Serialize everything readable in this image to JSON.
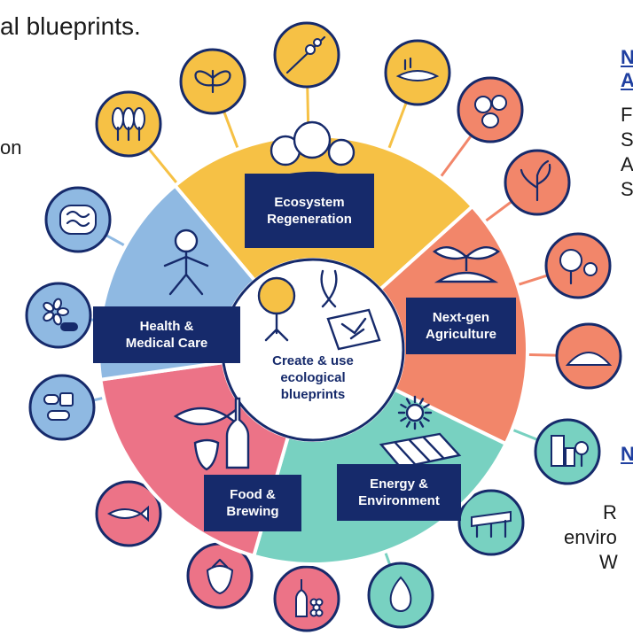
{
  "colors": {
    "ink": "#162a6b",
    "yellow": "#f6c145",
    "orange": "#f2866a",
    "teal": "#78d1c1",
    "pink": "#ec7387",
    "blue": "#8fb9e2",
    "label_bg": "#162a6b",
    "label_text": "#ffffff"
  },
  "header": {
    "text": "al blueprints."
  },
  "left_text": {
    "fragment": "on"
  },
  "center": {
    "lines": [
      "Create & use",
      "ecological",
      "blueprints"
    ]
  },
  "sectors": [
    {
      "id": "ecosystem",
      "lines": [
        "Ecosystem",
        "Regeneration"
      ],
      "color": "#f6c145"
    },
    {
      "id": "agriculture",
      "lines": [
        "Next-gen",
        "Agriculture"
      ],
      "color": "#f2866a"
    },
    {
      "id": "energy",
      "lines": [
        "Energy &",
        "Environment"
      ],
      "color": "#78d1c1"
    },
    {
      "id": "food",
      "lines": [
        "Food &",
        "Brewing"
      ],
      "color": "#ec7387"
    },
    {
      "id": "health",
      "lines": [
        "Health &",
        "Medical Care"
      ],
      "color": "#8fb9e2"
    }
  ],
  "satellites": [
    {
      "icon": "hillside-plants-icon",
      "color": "#f6c145"
    },
    {
      "icon": "wetland-pond-icon",
      "color": "#f6c145"
    },
    {
      "icon": "butterfly-icon",
      "color": "#f6c145"
    },
    {
      "icon": "forest-trees-icon",
      "color": "#f6c145"
    },
    {
      "icon": "vegetables-icon",
      "color": "#f2866a"
    },
    {
      "icon": "rice-plant-icon",
      "color": "#f2866a"
    },
    {
      "icon": "fruit-tree-icon",
      "color": "#f2866a"
    },
    {
      "icon": "soil-mound-icon",
      "color": "#f2866a"
    },
    {
      "icon": "city-buildings-icon",
      "color": "#78d1c1"
    },
    {
      "icon": "solar-farm-icon",
      "color": "#78d1c1"
    },
    {
      "icon": "water-drop-icon",
      "color": "#78d1c1"
    },
    {
      "icon": "wine-grapes-icon",
      "color": "#ec7387"
    },
    {
      "icon": "strawberry-icon",
      "color": "#ec7387"
    },
    {
      "icon": "fish-icon",
      "color": "#ec7387"
    },
    {
      "icon": "medicine-pills-icon",
      "color": "#8fb9e2"
    },
    {
      "icon": "flower-capsule-icon",
      "color": "#8fb9e2"
    },
    {
      "icon": "intestine-icon",
      "color": "#8fb9e2"
    }
  ],
  "right_text": {
    "top_link": [
      "N",
      "A"
    ],
    "top_lines": [
      "F",
      "S",
      "A",
      "S"
    ],
    "bottom_link": "N",
    "bottom_lines": [
      "R",
      "enviro",
      "W"
    ]
  }
}
